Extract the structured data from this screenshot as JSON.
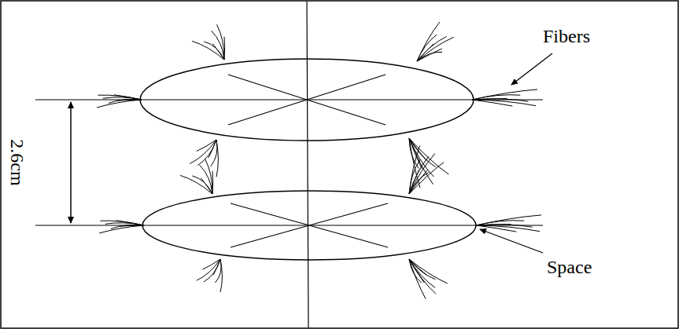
{
  "diagram": {
    "labels": [
      "Fibers",
      "2.6cm",
      "Space"
    ]
  }
}
